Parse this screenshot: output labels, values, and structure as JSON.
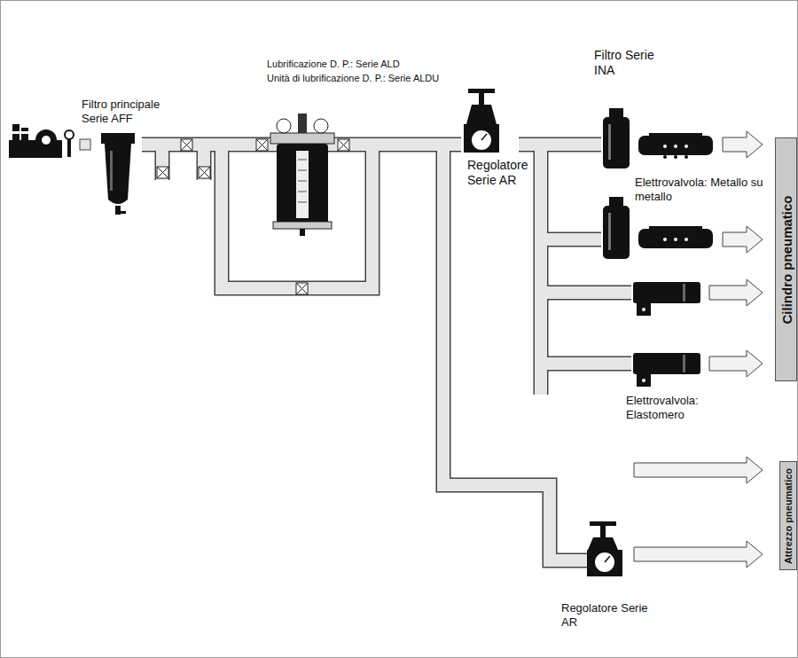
{
  "diagram": {
    "nodes": [
      {
        "text": [
          "Cilindro pneumatico"
        ]
      },
      {
        "text": [
          "Attrezzo pneumatico"
        ]
      }
    ],
    "labels": [
      "Lubrificazione D. P.: Serie ALD",
      "Unità di lubrificazione D. P.: Serie ALDU",
      "Filtro principale Serie AFF",
      "Filtro Serie INA",
      "Regolatore Serie AR",
      "Elettrovalvola: Metallo su metallo",
      "Elettrovalvola: Elastomero",
      "Regolatore Serie AR"
    ]
  }
}
